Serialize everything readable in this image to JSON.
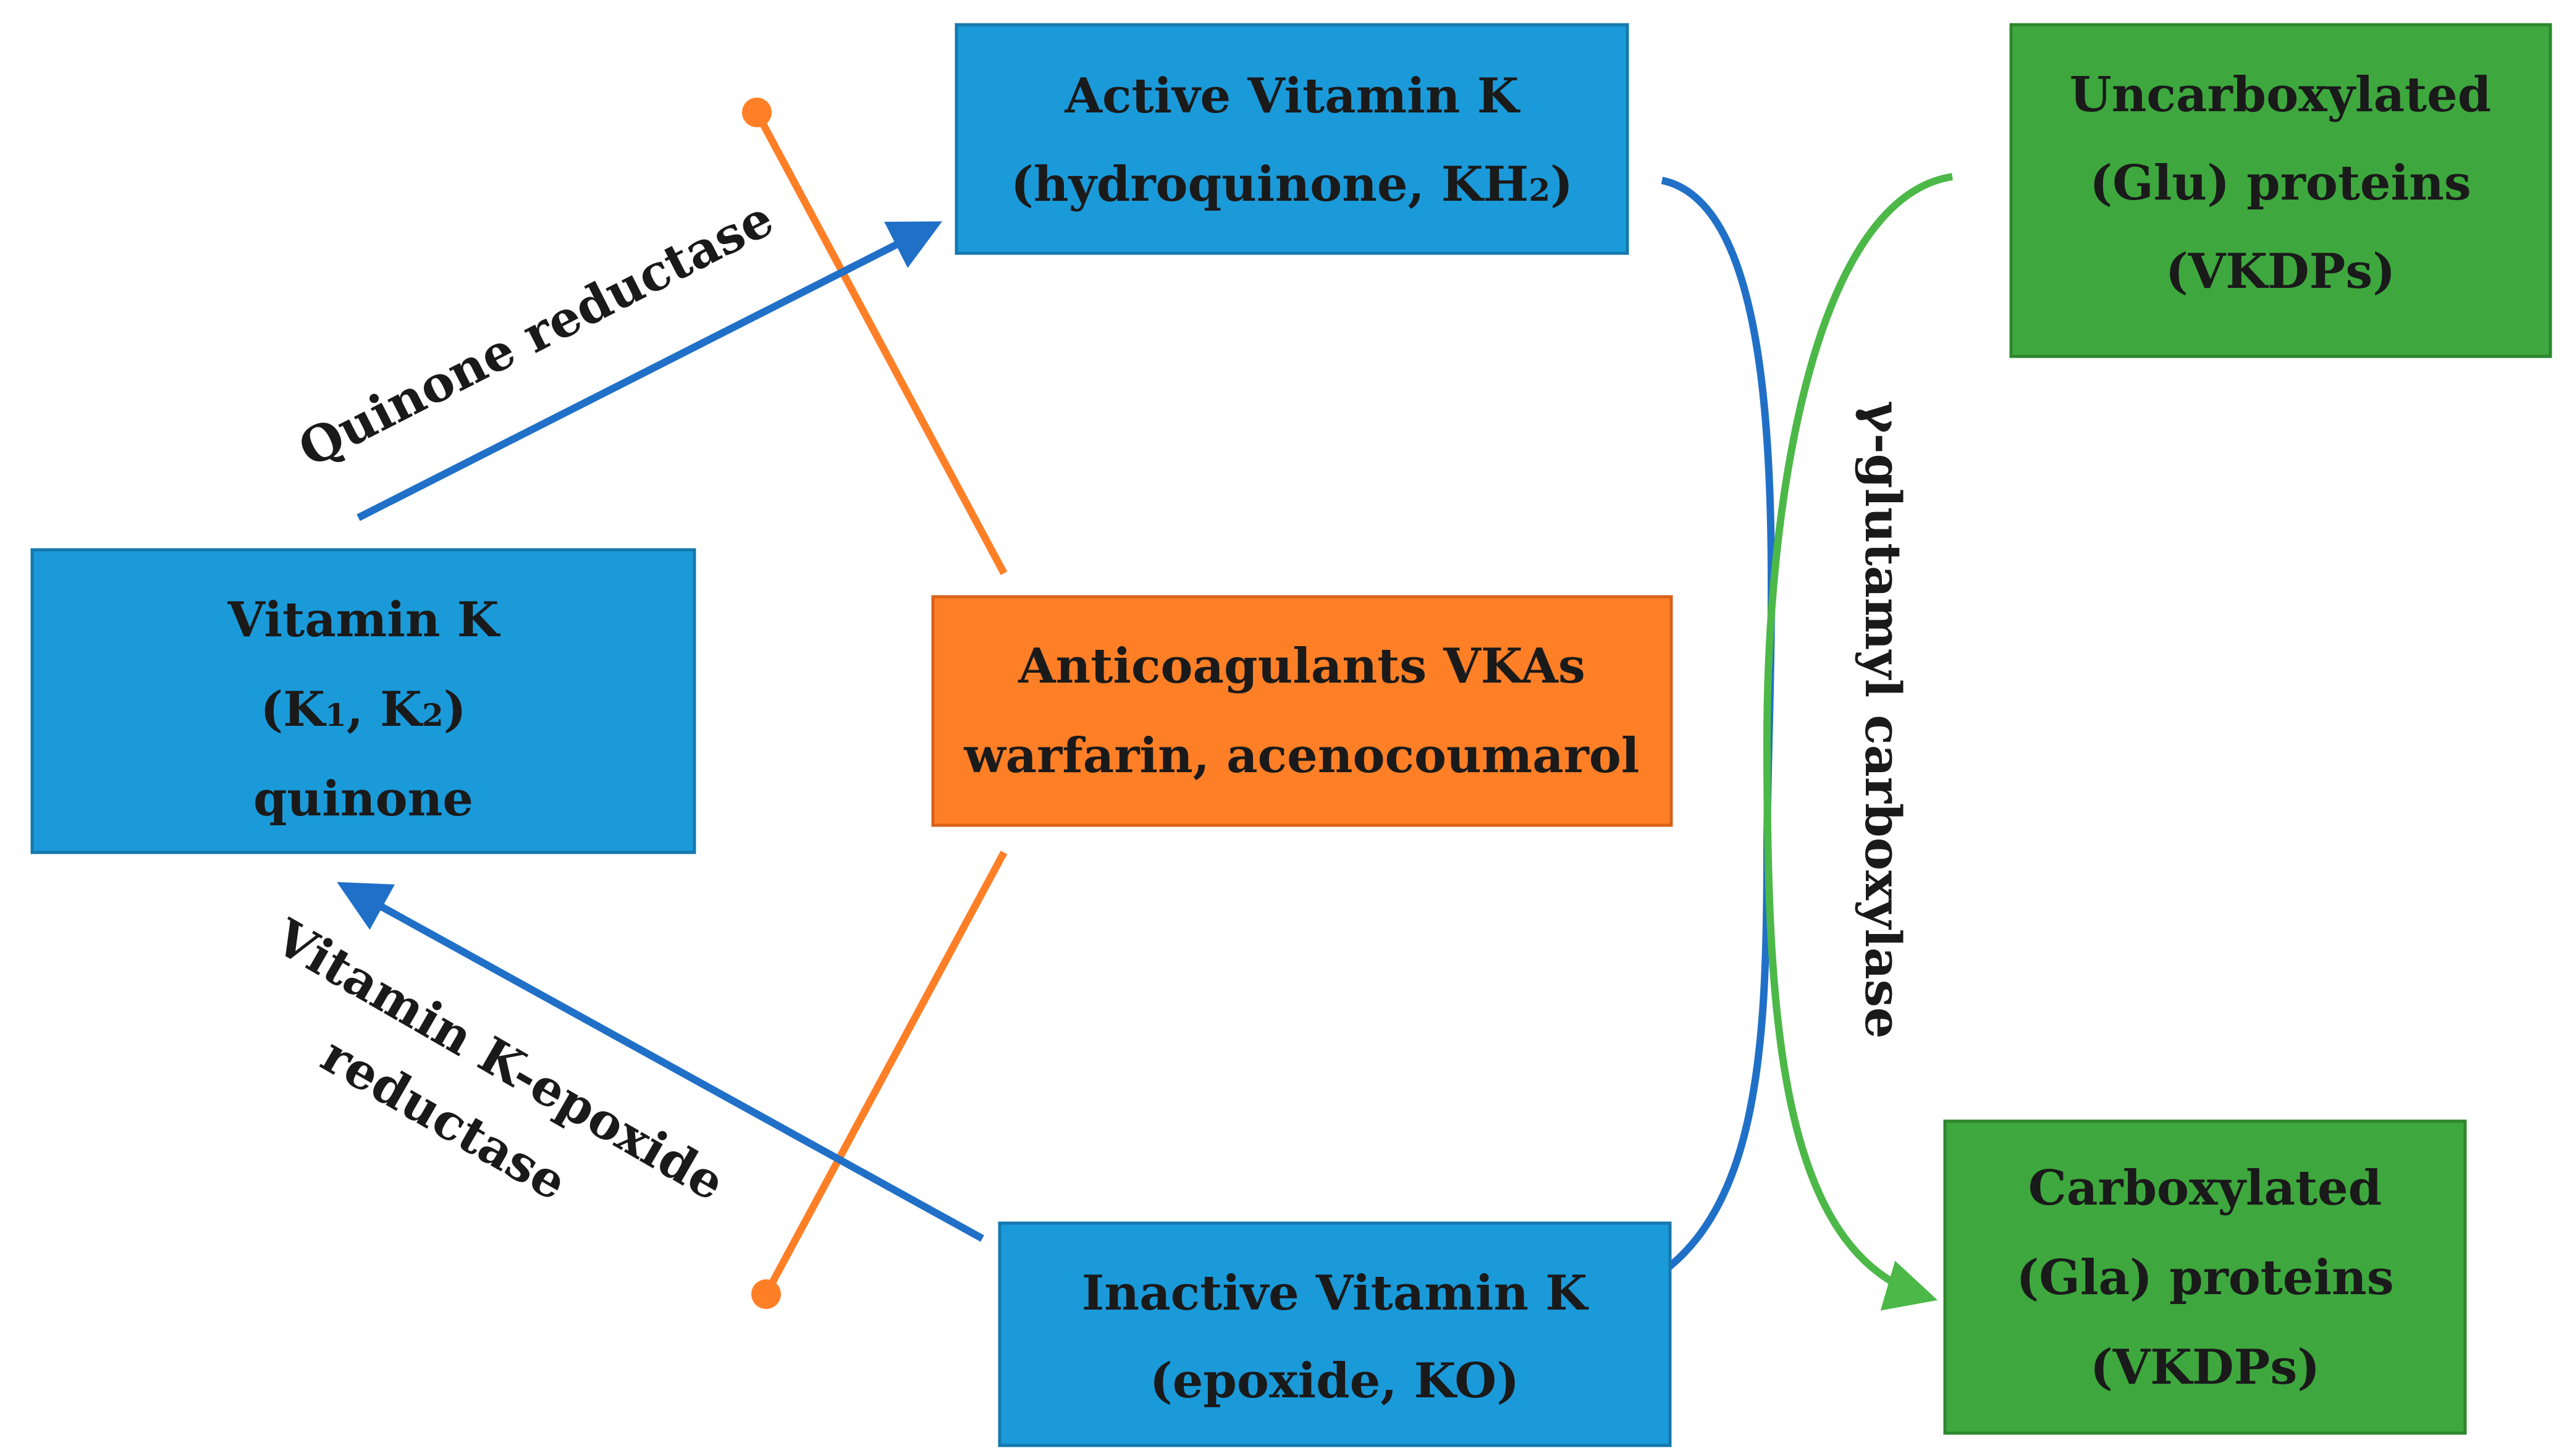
{
  "colors": {
    "vitamin_box": "#1a9ad9",
    "drug_box": "#ff7f27",
    "protein_box": "#3ea83e",
    "enzyme_arrow": "#2070c8",
    "inhibition_line": "#ff7f27",
    "carboxylase_arrow": "#4cb848",
    "text": "#1a1a1a"
  },
  "nodes": {
    "active_vk": {
      "line1": "Active Vitamin K",
      "line2_main": "(hydroquinone, KH",
      "line2_sub": "2",
      "line2_end": ")"
    },
    "vitamin_k": {
      "line1": "Vitamin K",
      "line2_a": "(K",
      "line2_sub1": "1",
      "line2_b": ", K",
      "line2_sub2": "2",
      "line2_c": ")",
      "line3": "quinone"
    },
    "anticoagulants": {
      "line1": "Anticoagulants VKAs",
      "line2": "warfarin, acenocoumarol"
    },
    "inactive_vk": {
      "line1": "Inactive Vitamin K",
      "line2": "(epoxide, KO)"
    },
    "uncarboxylated": {
      "line1": "Uncarboxylated",
      "line2": "(Glu) proteins",
      "line3": "(VKDPs)"
    },
    "carboxylated": {
      "line1": "Carboxylated",
      "line2": "(Gla) proteins",
      "line3": "(VKDPs)"
    }
  },
  "edges": {
    "quinone_reductase": "Quinone reductase",
    "epoxide_reductase_1": "Vitamin K-epoxide",
    "epoxide_reductase_2": "reductase",
    "carboxylase": "γ-glutamyl carboxylase"
  },
  "icons": [
    "arrow-head-icon",
    "inhibition-dot-icon"
  ]
}
